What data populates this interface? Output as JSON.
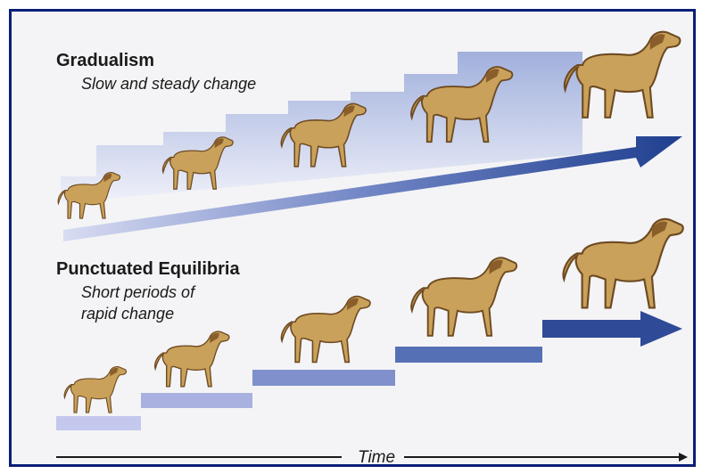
{
  "gradualism": {
    "title": "Gradualism",
    "subtitle": "Slow and steady change"
  },
  "punctuated": {
    "title": "Punctuated Equilibria",
    "subtitle_line1": "Short periods of",
    "subtitle_line2": "rapid change"
  },
  "axis": {
    "label": "Time"
  },
  "colors": {
    "frame": "#0a1f78",
    "arrow": "#1f3f8f",
    "step_light": "#b9bde6",
    "step_dark": "#3a57a3",
    "horse_body": "#c9a15a",
    "horse_dark": "#7a5527"
  }
}
